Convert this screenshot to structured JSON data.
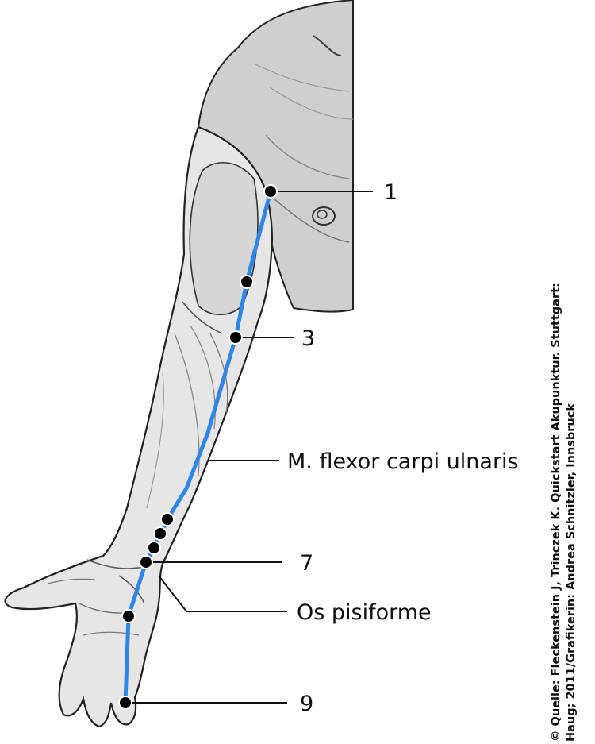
{
  "labels": {
    "point_1": "1",
    "point_3": "3",
    "muscle": "M. flexor carpi ulnaris",
    "point_7": "7",
    "bone": "Os pisiforme",
    "point_9": "9"
  },
  "credit": {
    "line1": "© Quelle: Fleckenstein J, Trinczek K. Quickstart Akupunktur. Stuttgart:",
    "line2": "Haug; 2011/Grafikerin: Andrea Schnitzler, Innsbruck"
  },
  "colors": {
    "meridian": "#2f86e6",
    "skin_fill": "#e6e6e6",
    "chest_fill": "#cfcfcf",
    "outline": "#222222",
    "acupoint": "#000000"
  },
  "icons": {
    "acupoint": "black-dot-icon"
  }
}
